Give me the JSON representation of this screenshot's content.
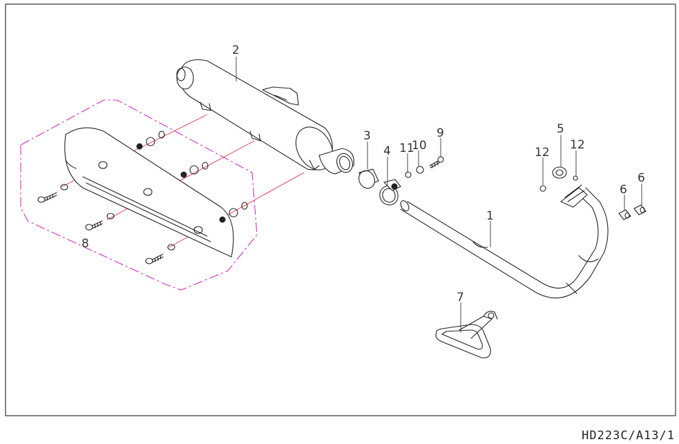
{
  "callouts": {
    "c1": "1",
    "c2": "2",
    "c3": "3",
    "c4": "4",
    "c5": "5",
    "c6a": "6",
    "c6b": "6",
    "c7": "7",
    "c8": "8",
    "c9": "9",
    "c10": "10",
    "c11": "11",
    "c12a": "12",
    "c12b": "12"
  },
  "drawing_code": "HD223C/A13/1",
  "colors": {
    "frame": "#333333",
    "line": "#222222",
    "guide_line": "#e0304a",
    "group_outline": "#d02fbf"
  }
}
